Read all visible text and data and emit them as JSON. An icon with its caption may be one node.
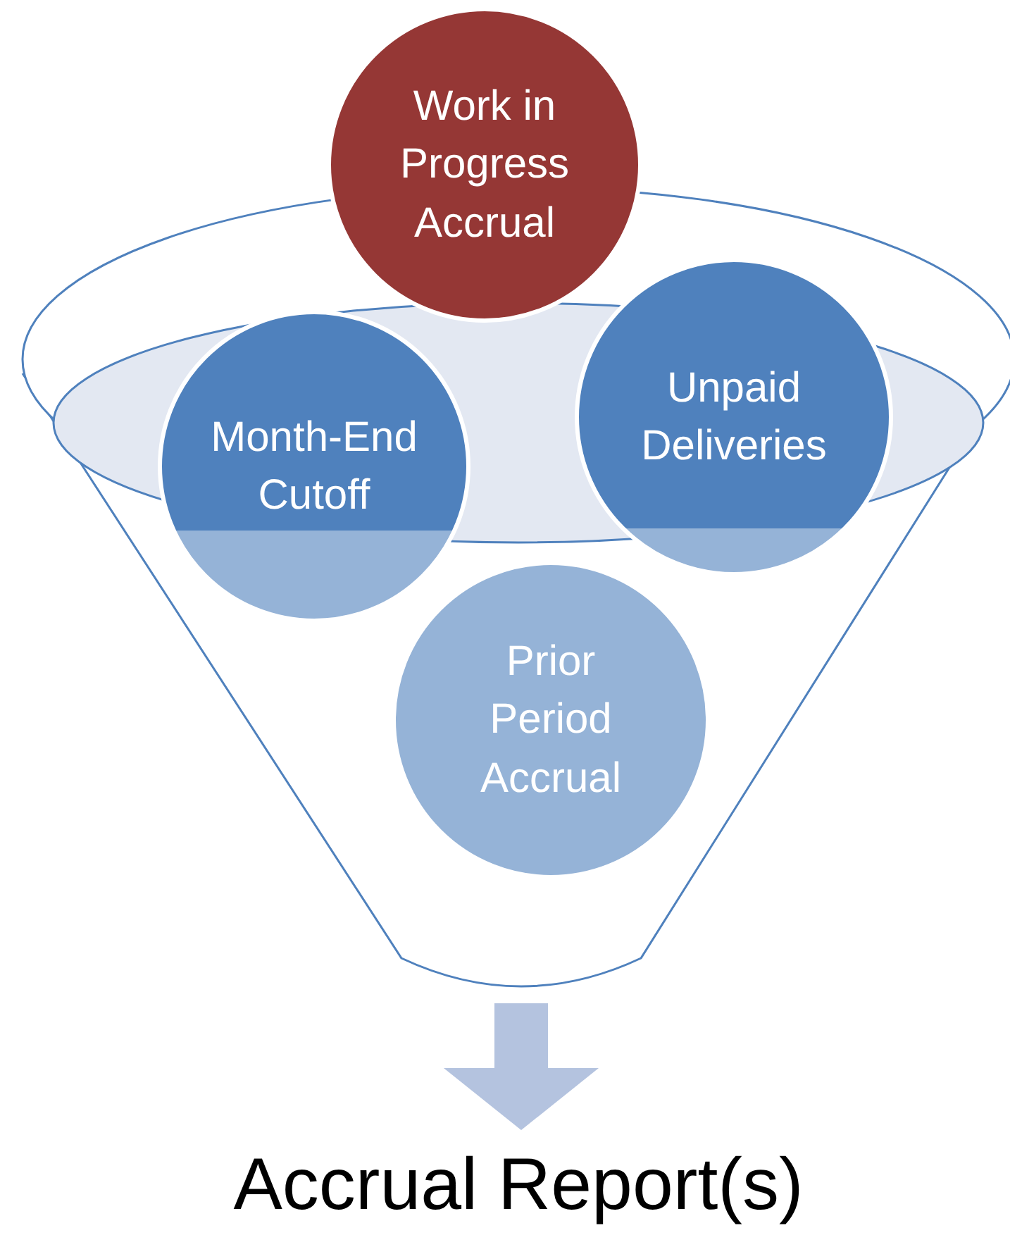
{
  "diagram": {
    "nodes": [
      {
        "text": [
          "Work in Progress Accrual"
        ]
      },
      {
        "text": [],
        "shape": "funnel"
      },
      {
        "text": [
          "Month-End Cutoff"
        ],
        "in": 1
      },
      {
        "text": [
          "Unpaid Deliveries"
        ],
        "in": 1
      },
      {
        "text": [
          "Prior Period Accrual"
        ],
        "in": 1
      },
      {
        "text": [
          "Accrual Report(s)"
        ]
      }
    ],
    "edges": [
      {
        "from": 1,
        "to": 5,
        "arrow": "to"
      }
    ]
  }
}
